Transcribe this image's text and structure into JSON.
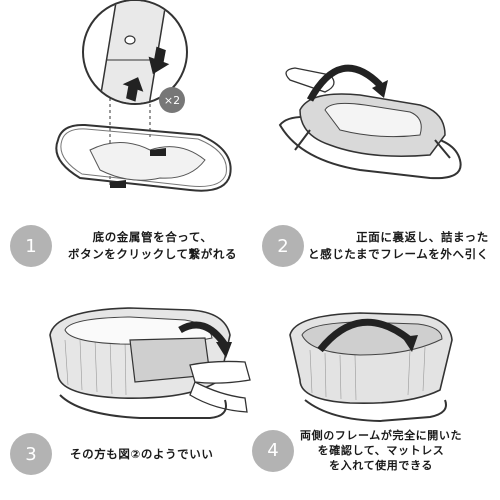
{
  "steps": [
    {
      "number": "1",
      "lines": [
        "底の金属管を合って、",
        "ボタンをクリックして繋がれる"
      ]
    },
    {
      "number": "2",
      "lines": [
        "正面に裏返し、詰まった",
        "と感じたまでフレームを外へ引く"
      ]
    },
    {
      "number": "3",
      "lines": [
        "その方も図②のようでいい"
      ]
    },
    {
      "number": "4",
      "lines": [
        "両側のフレームが完全に開いた",
        "を確認して、マットレス",
        "を入れて使用できる"
      ]
    }
  ],
  "callout": {
    "multiplier": "×2"
  }
}
